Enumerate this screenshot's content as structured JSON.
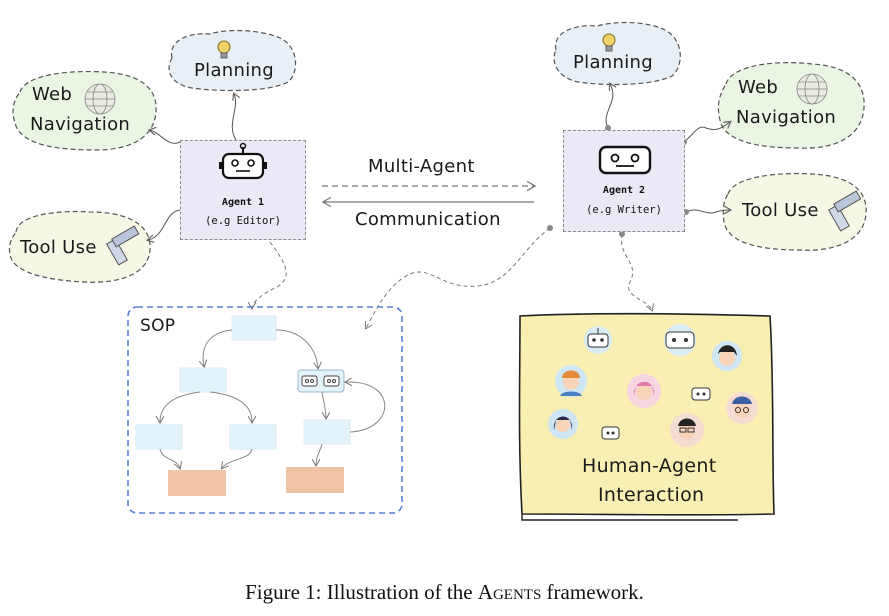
{
  "agent1": {
    "name": "Agent 1",
    "role": "(e.g Editor)"
  },
  "agent2": {
    "name": "Agent 2",
    "role": "(e.g Writer)"
  },
  "left_bubbles": {
    "planning": "Planning",
    "web_nav_line1": "Web",
    "web_nav_line2": "Navigation",
    "tool_use": "Tool Use"
  },
  "right_bubbles": {
    "planning": "Planning",
    "web_nav_line1": "Web",
    "web_nav_line2": "Navigation",
    "tool_use": "Tool Use"
  },
  "communication": {
    "top": "Multi-Agent",
    "bottom": "Communication"
  },
  "sop": {
    "label": "SOP"
  },
  "human_agent": {
    "line1": "Human-Agent",
    "line2": "Interaction"
  },
  "caption": {
    "prefix": "Figure 1: Illustration of the ",
    "name": "Agents",
    "suffix": " framework."
  }
}
